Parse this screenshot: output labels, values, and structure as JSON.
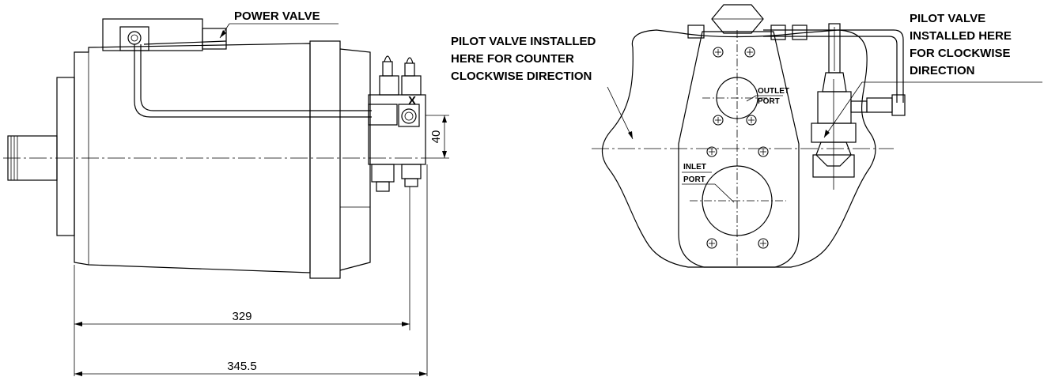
{
  "labels": {
    "power_valve": "POWER VALVE",
    "pilot_ccw": [
      "PILOT VALVE INSTALLED",
      "HERE FOR COUNTER",
      "CLOCKWISE DIRECTION"
    ],
    "pilot_cw": [
      "PILOT VALVE",
      "INSTALLED HERE",
      "FOR CLOCKWISE",
      "DIRECTION"
    ],
    "outlet_port": [
      "OUTLET",
      "PORT"
    ],
    "inlet_port": [
      "INLET",
      "PORT"
    ],
    "port_x": "X"
  },
  "dimensions": {
    "d40": "40",
    "d329": "329",
    "d345": "345.5"
  }
}
